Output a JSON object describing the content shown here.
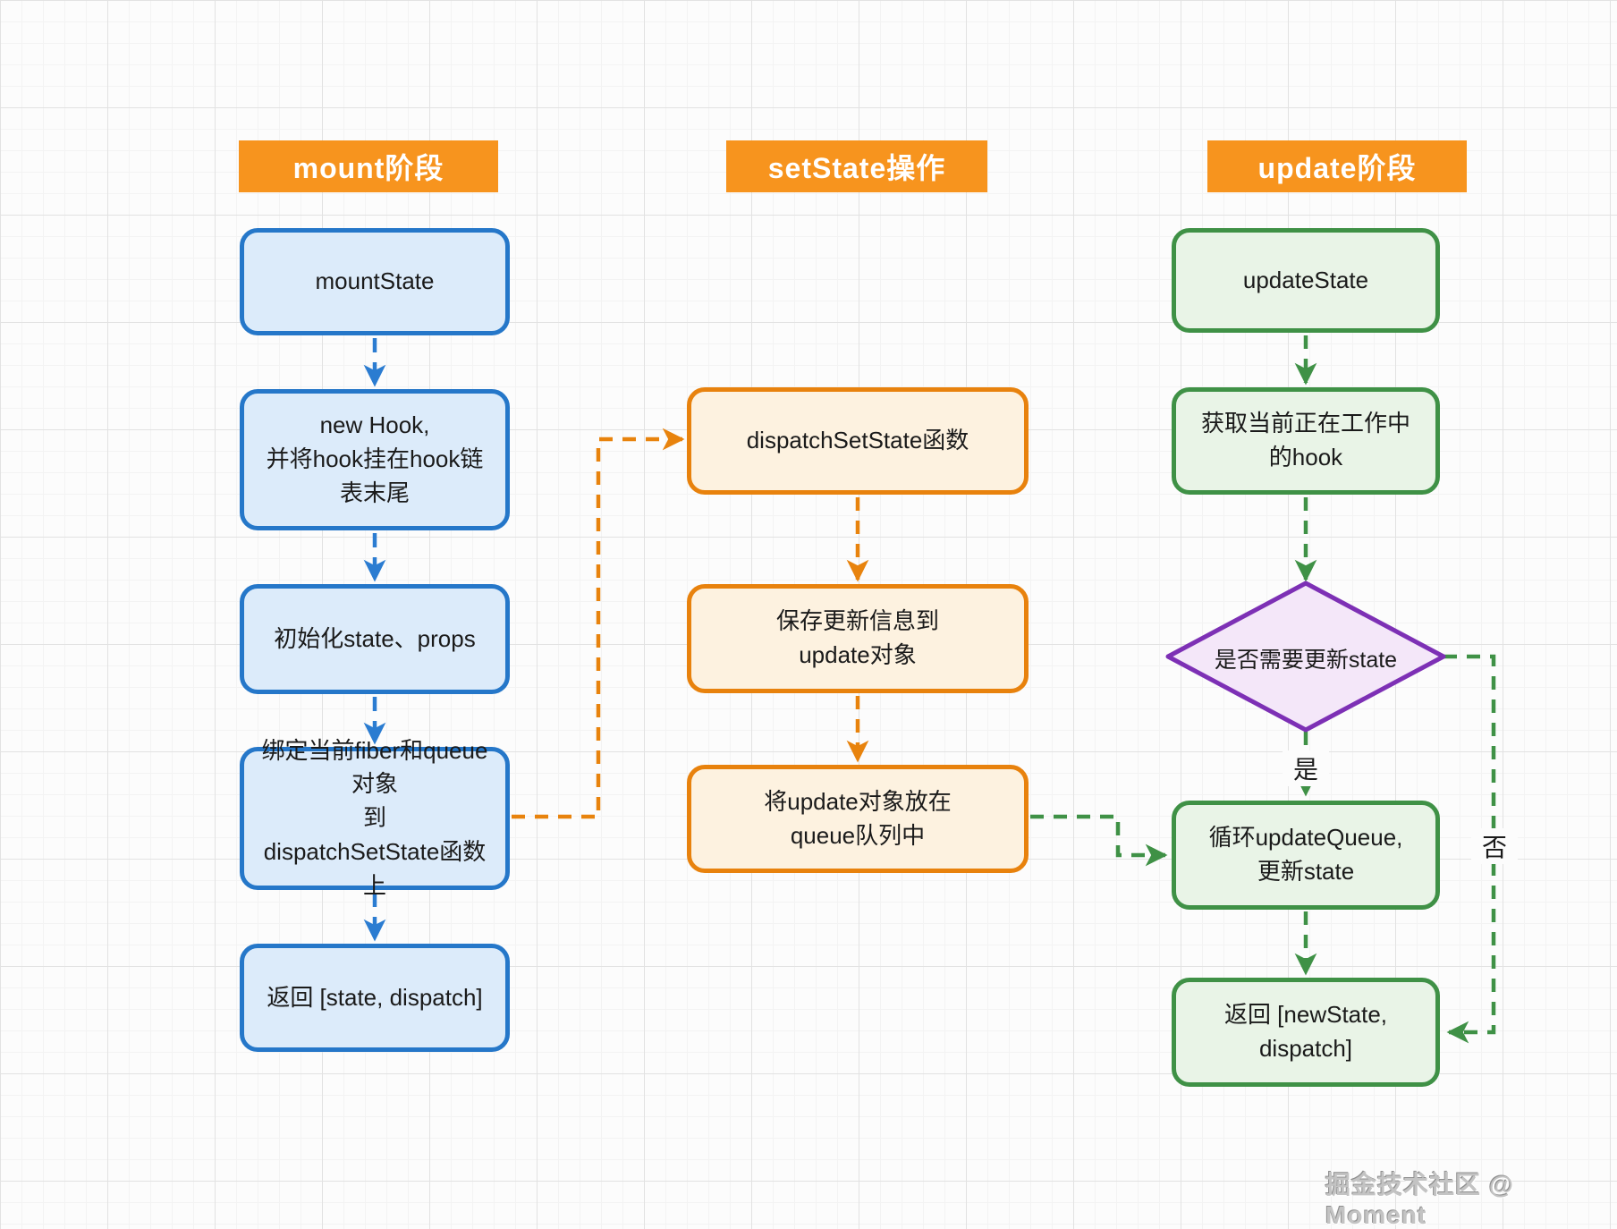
{
  "headers": {
    "mount": "mount阶段",
    "setState": "setState操作",
    "update": "update阶段"
  },
  "nodes": {
    "mountState": {
      "label": "mountState"
    },
    "newHook": {
      "label": "new Hook,\n并将hook挂在hook链\n表末尾"
    },
    "initState": {
      "label": "初始化state、props"
    },
    "bindFiber": {
      "label": "绑定当前fiber和queue对象\n到\ndispatchSetState函数上"
    },
    "returnStateDispatch": {
      "label": "返回 [state, dispatch]"
    },
    "dispatchSetState": {
      "label": "dispatchSetState函数"
    },
    "saveUpdateInfo": {
      "label": "保存更新信息到\nupdate对象"
    },
    "enqueueUpdate": {
      "label": "将update对象放在\nqueue队列中"
    },
    "updateState": {
      "label": "updateState"
    },
    "getCurrentHook": {
      "label": "获取当前正在工作中\n的hook"
    },
    "needUpdateDecision": {
      "label": "是否需要更新state"
    },
    "loopUpdateQueue": {
      "label": "循环updateQueue,\n更新state"
    },
    "returnNewStateDispatch": {
      "label": "返回 [newState, dispatch]"
    }
  },
  "edge_labels": {
    "yes": "是",
    "no": "否"
  },
  "watermark": "掘金技术社区 @ Moment",
  "colors": {
    "header_bg": "#f7941e",
    "header_text": "#ffffff",
    "blue_border": "#2577c9",
    "blue_fill": "#dcebfa",
    "orange_border": "#e8820d",
    "orange_fill": "#fdf2e0",
    "green_border": "#3f9146",
    "green_fill": "#e9f4e7",
    "purple_border": "#7d30b5",
    "purple_fill": "#f4e7f9",
    "grid_line": "#e2e2e2",
    "canvas_bg": "#fcfcfc"
  }
}
